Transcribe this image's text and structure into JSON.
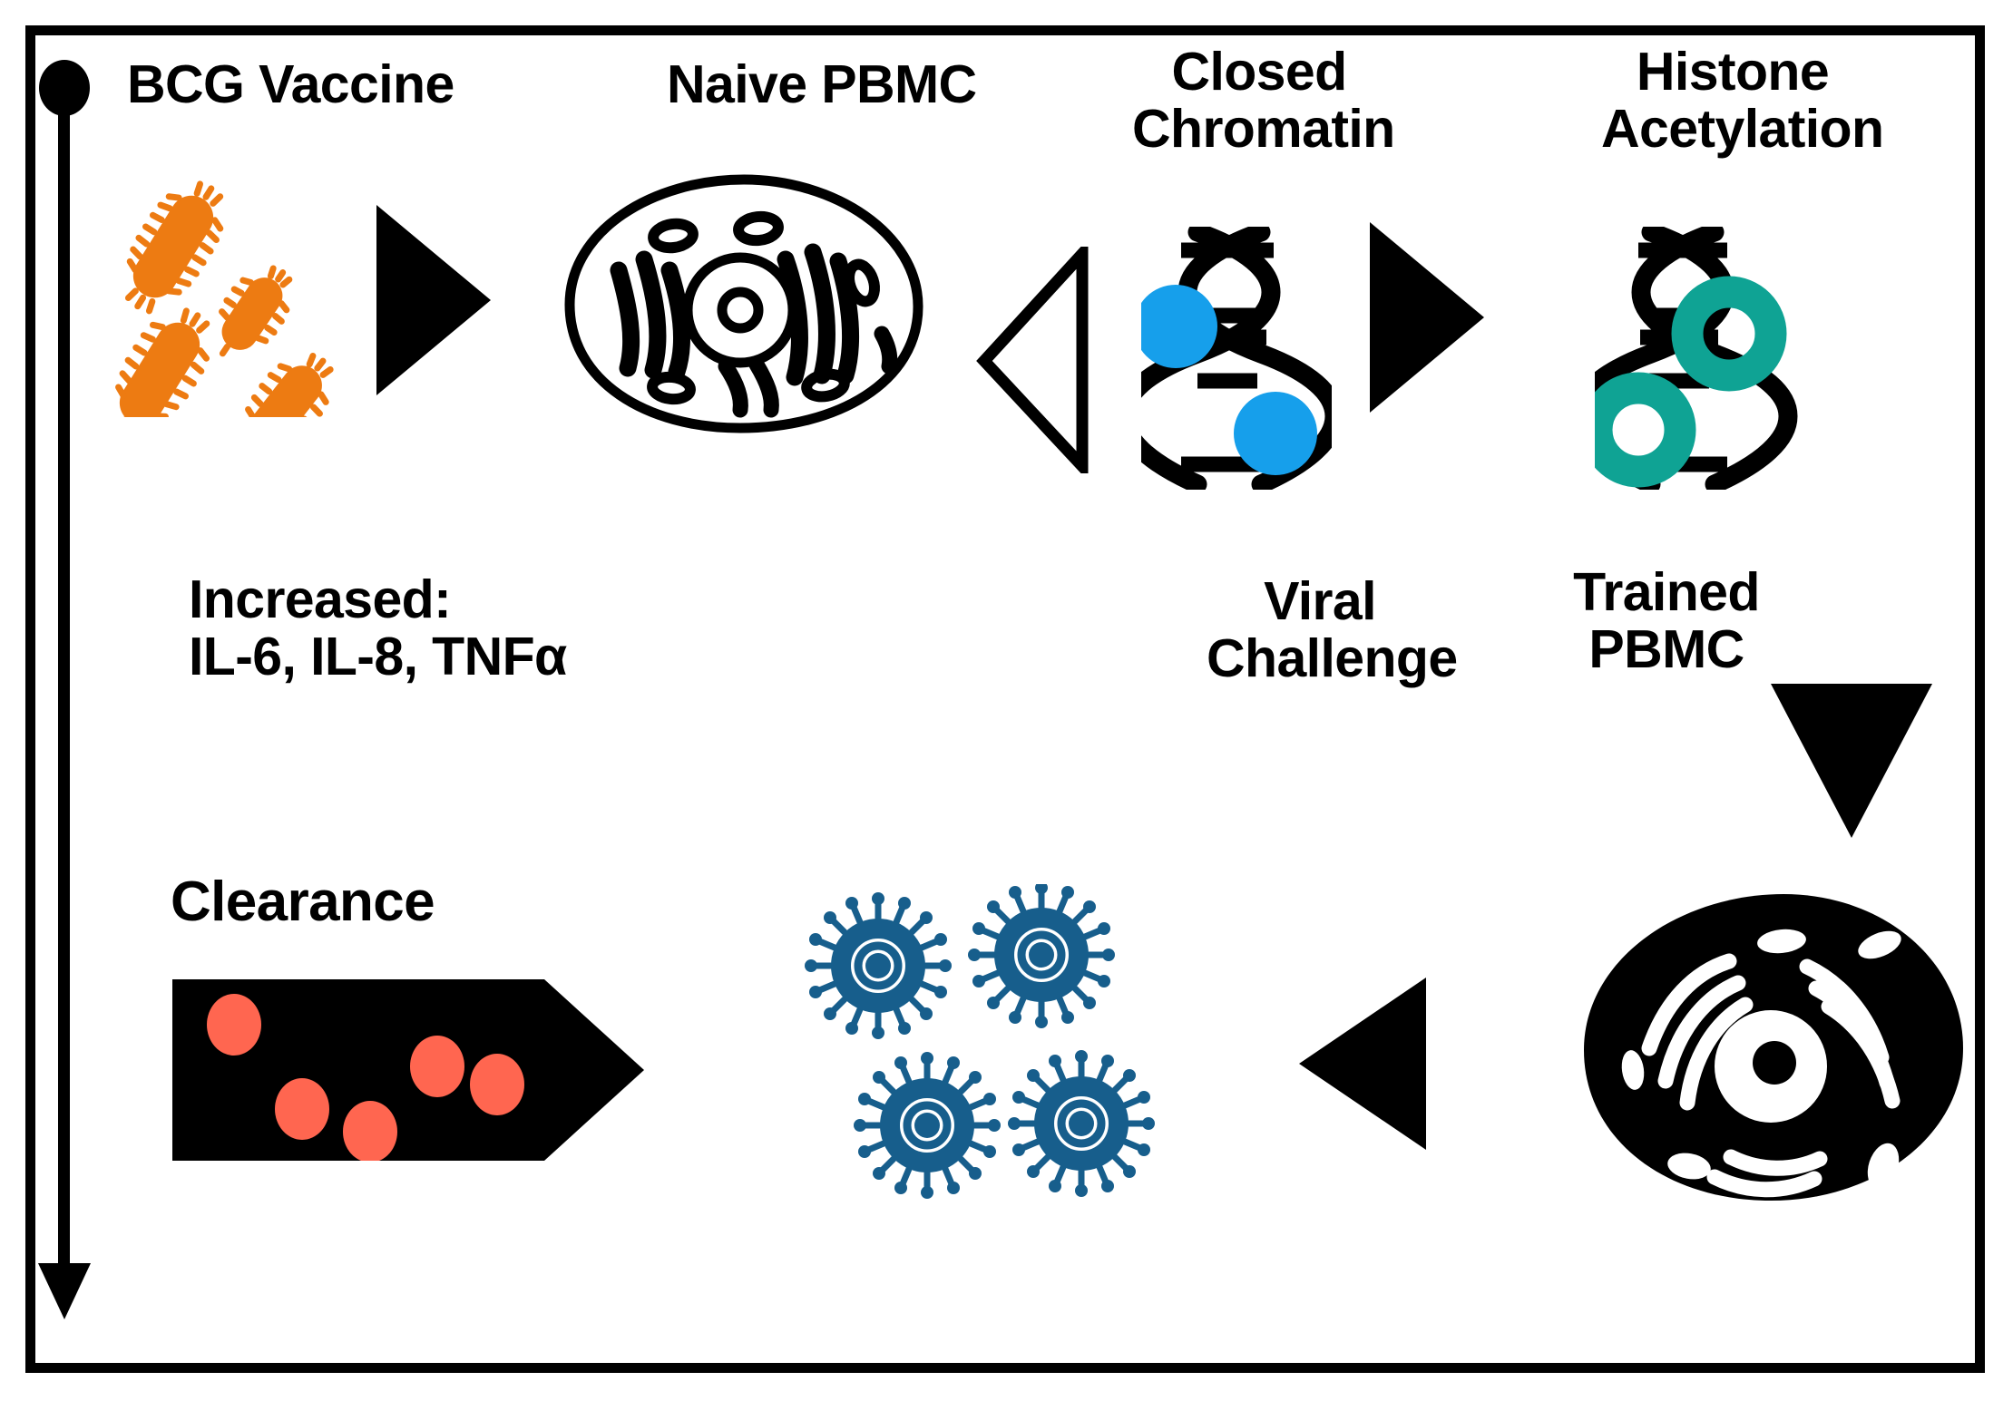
{
  "diagram": {
    "title": "BCG vaccine induced trained immunity pathway",
    "labels": {
      "bcg_vaccine": "BCG Vaccine",
      "naive_pbmc": "Naive PBMC",
      "closed_chromatin": "Closed\nChromatin",
      "histone_acetylation": "Histone\nAcetylation",
      "trained_pbmc": "Trained\nPBMC",
      "viral_challenge": "Viral\nChallenge",
      "increased_cytokines": "Increased:\nIL-6, IL-8, TNFα",
      "clearance": "Clearance"
    },
    "colors": {
      "bacteria_orange": "#ED7B12",
      "chromatin_blue": "#169FEB",
      "acetyl_teal": "#0FA394",
      "cytokine_salmon": "#FF6650",
      "virus_blue": "#175E8C",
      "ink_black": "#000000",
      "background_white": "#FFFFFF"
    },
    "counts": {
      "bacteria": 4,
      "chromatin_marks": 2,
      "acetyl_marks": 2,
      "cytokine_dots": 5,
      "virus_particles": 4
    },
    "icons": {
      "timeline_start": "filled-dot",
      "timeline_end": "down-arrowhead",
      "step_arrow": "solid-right-triangle",
      "branch_arrow": "hollow-left-triangle",
      "descend_arrow": "solid-down-triangle",
      "return_arrow": "solid-left-triangle",
      "cytokine_flow": "black-chevron-banner"
    },
    "flow_steps": [
      "BCG Vaccine",
      "Naive PBMC",
      "Closed Chromatin",
      "Histone Acetylation",
      "Trained PBMC",
      "Viral Challenge",
      "Increased: IL-6, IL-8, TNFα",
      "Clearance"
    ]
  }
}
